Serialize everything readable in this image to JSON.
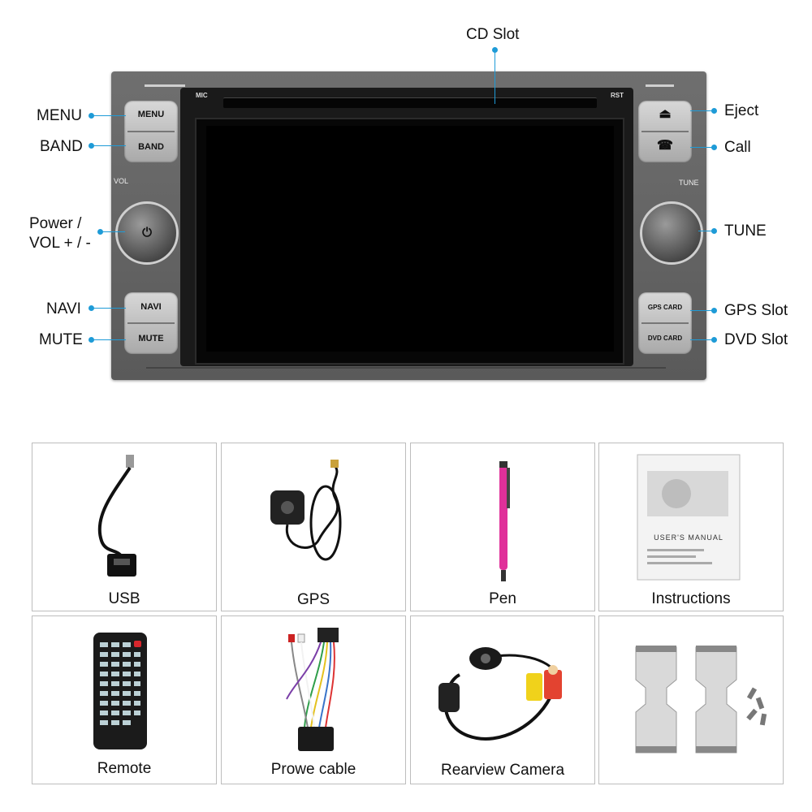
{
  "callouts": {
    "cd_slot": "CD Slot",
    "menu": "MENU",
    "band": "BAND",
    "power_vol_line1": "Power /",
    "power_vol_line2": "VOL + / -",
    "navi": "NAVI",
    "mute": "MUTE",
    "eject": "Eject",
    "call": "Call",
    "tune": "TUNE",
    "gps_slot": "GPS Slot",
    "dvd_slot": "DVD Slot"
  },
  "unit": {
    "mic": "MIC",
    "rst": "RST",
    "vol": "VOL",
    "tune": "TUNE",
    "menu_btn": "MENU",
    "band_btn": "BAND",
    "navi_btn": "NAVI",
    "mute_btn": "MUTE",
    "gps_card": "GPS CARD",
    "dvd_card": "DVD CARD",
    "eject_glyph": "⏏",
    "call_glyph": "☎",
    "power_glyph": "⏻"
  },
  "accessories": {
    "usb": "USB",
    "gps": "GPS",
    "pen": "Pen",
    "instructions": "Instructions",
    "remote": "Remote",
    "power_cable": "Prowe cable",
    "camera": "Rearview Camera",
    "manual_title": "USER'S MANUAL"
  },
  "icons": {
    "usb": "usb-cable-icon",
    "gps": "gps-antenna-icon",
    "pen": "stylus-pen-icon",
    "manual": "manual-booklet-icon",
    "remote": "remote-control-icon",
    "harness": "wire-harness-icon",
    "camera": "rearview-camera-icon",
    "brackets": "mounting-brackets-icon"
  },
  "colors": {
    "accent": "#1e9bd7",
    "unit_body": "#666666",
    "pen": "#e0309a"
  }
}
